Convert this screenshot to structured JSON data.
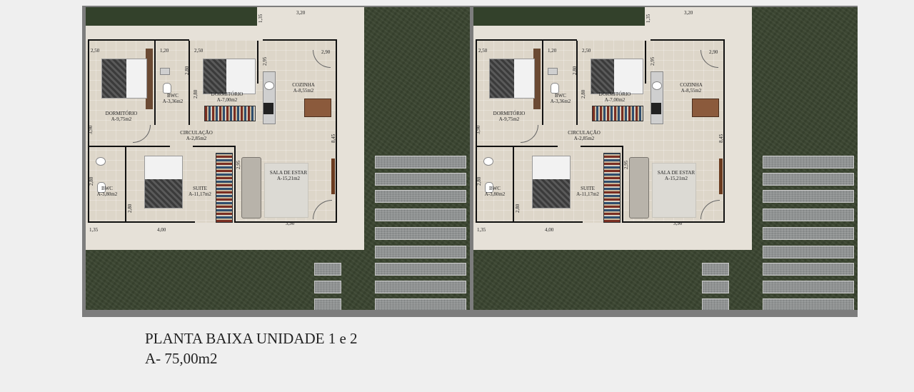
{
  "caption": {
    "title": "PLANTA BAIXA UNIDADE 1 e 2",
    "area": "A- 75,00m2"
  },
  "rooms": {
    "dormitorio": {
      "name": "DORMITÓRIO",
      "area": "A-9,75m2"
    },
    "bwc_1": {
      "name": "BWC",
      "area": "A-3,36m2"
    },
    "dormitorio_2": {
      "name": "DORMITÓRIO",
      "area": "A-7,00m2"
    },
    "cozinha": {
      "name": "COZINHA",
      "area": "A-8,55m2"
    },
    "circulacao": {
      "name": "CIRCULAÇÃO",
      "area": "A-2,85m2"
    },
    "bwc_2": {
      "name": "BWC",
      "area": "A-3,80m2"
    },
    "suite": {
      "name": "SUITE",
      "area": "A-11,17m2"
    },
    "sala": {
      "name": "SALA DE ESTAR",
      "area": "A-15,21m2"
    }
  },
  "dimensions": {
    "top_width": "3,20",
    "top_setback": "1,35",
    "dorm_width": "2,50",
    "bwc_width": "1,20",
    "dorm2_width": "2,50",
    "kitchen_corner": "2,90",
    "dorm_height": "3,90",
    "bwc_height": "2,80",
    "dorm2_height": "2,80",
    "kitchen_wall": "2,95",
    "house_depth": "8,45",
    "bwc2_height": "2,80",
    "suite_height": "2,80",
    "sala_wall": "2,95",
    "bottom_left": "1,35",
    "suite_width": "4,00",
    "sala_width": "3,90"
  },
  "units": [
    {
      "id": "unidade-1"
    },
    {
      "id": "unidade-2"
    }
  ]
}
